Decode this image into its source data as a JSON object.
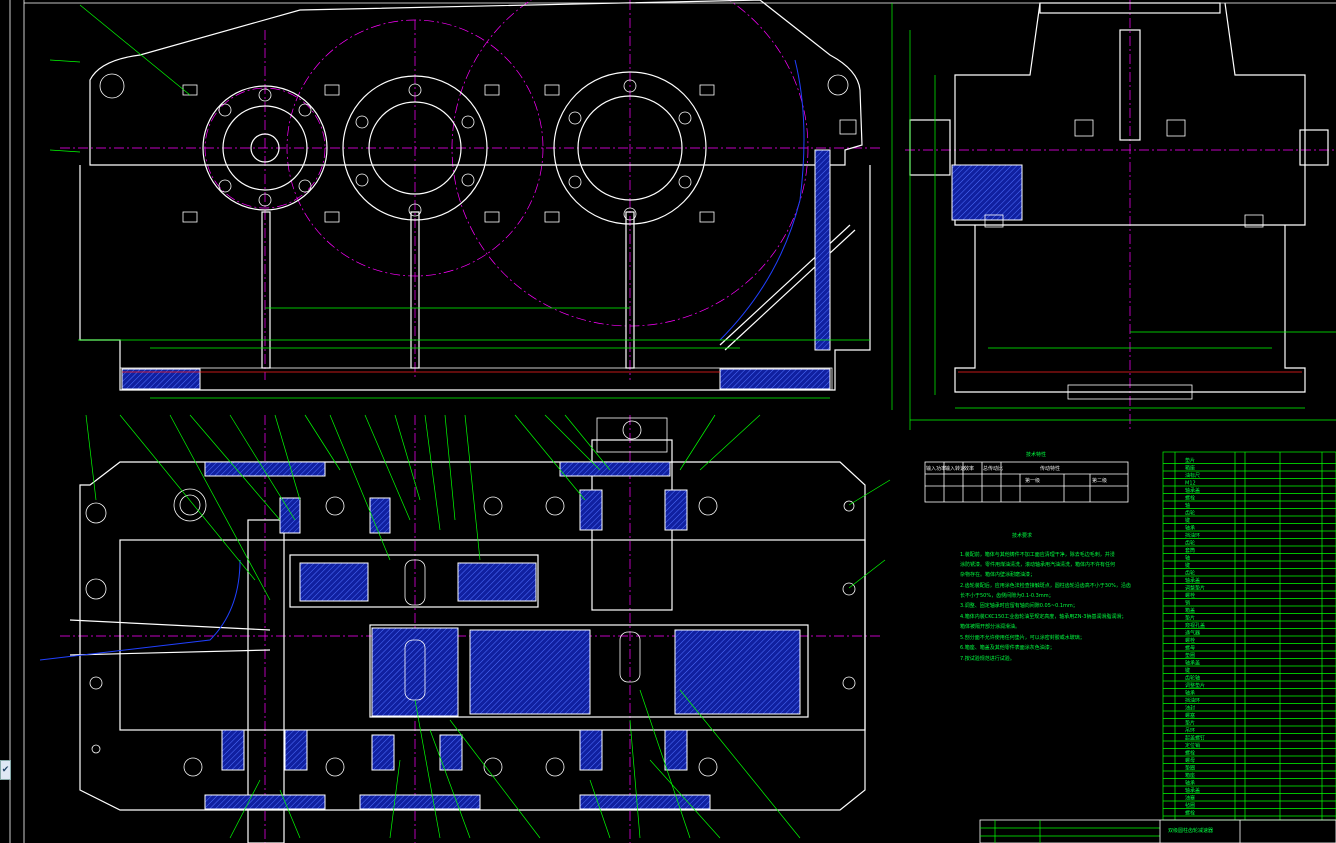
{
  "drawing": {
    "colors": {
      "background": "#000000",
      "outline": "#ffffff",
      "dimension": "#00ff00",
      "centerline": "#ff00ff",
      "hidden": "#ff2020",
      "section": "#2040ff"
    },
    "icons": {
      "corner": "pencil-check-icon"
    }
  },
  "table": {
    "title": "技术特性",
    "headers": [
      "输入功率",
      "输入转速",
      "效率",
      "总传动比",
      "传动特性"
    ],
    "sub_headers": [
      "第一级",
      "第二级"
    ],
    "rows": [
      [
        "",
        "",
        "",
        "",
        "",
        "",
        ""
      ]
    ]
  },
  "notes": {
    "title": "技术要求",
    "lines": [
      "1.装配前，箱体与其他铸件不加工面应清理干净，除去毛边毛刺，并浸",
      "  涂防锈漆。零件用煤油清洗，滚动轴承用汽油清洗，箱体内不许有任何",
      "  杂物存在。箱体内壁涂耐磨油漆；",
      "2.齿轮装配后，应用涂色法检查接触斑点，圆柱齿轮沿齿高不小于30%，沿齿",
      "  长不小于50%，齿侧间隙为0.1-0.3mm；",
      "3.调整、固定轴承时应留有轴向间隙0.05~0.1mm；",
      "4.箱体内装CKC150工业齿轮油至规定高度，轴承用ZN-3钠基润滑脂润滑；",
      "  箱体被隔开部分涂润滑油。",
      "5.剖分面不允许使用任何垫片，可以涂密封胶或水玻璃；",
      "6.箱座、箱盖及其他零件表面涂灰色油漆；",
      "7.按试验规范进行试验。"
    ]
  },
  "title_block": {
    "name": "双级圆柱齿轮减速器",
    "rows": [
      "",
      "",
      ""
    ]
  },
  "parts_list": {
    "items": [
      "垫片",
      "箱座",
      "油标尺",
      "M12",
      "轴承盖",
      "螺栓",
      "轴",
      "齿轮",
      "键",
      "轴承",
      "挡油环",
      "齿轮",
      "套筒",
      "轴",
      "键",
      "齿轮",
      "轴承盖",
      "调整垫片",
      "螺栓",
      "销",
      "箱盖",
      "垫片",
      "窥视孔盖",
      "通气器",
      "螺栓",
      "螺母",
      "垫圈",
      "轴承盖",
      "键",
      "齿轮轴",
      "调整垫片",
      "轴承",
      "挡油环",
      "油封",
      "螺塞",
      "垫片",
      "吊环",
      "起盖螺钉",
      "定位销",
      "螺栓",
      "螺母",
      "垫圈",
      "箱座",
      "轴承",
      "轴承盖",
      "油塞",
      "毡圈",
      "螺栓"
    ]
  }
}
